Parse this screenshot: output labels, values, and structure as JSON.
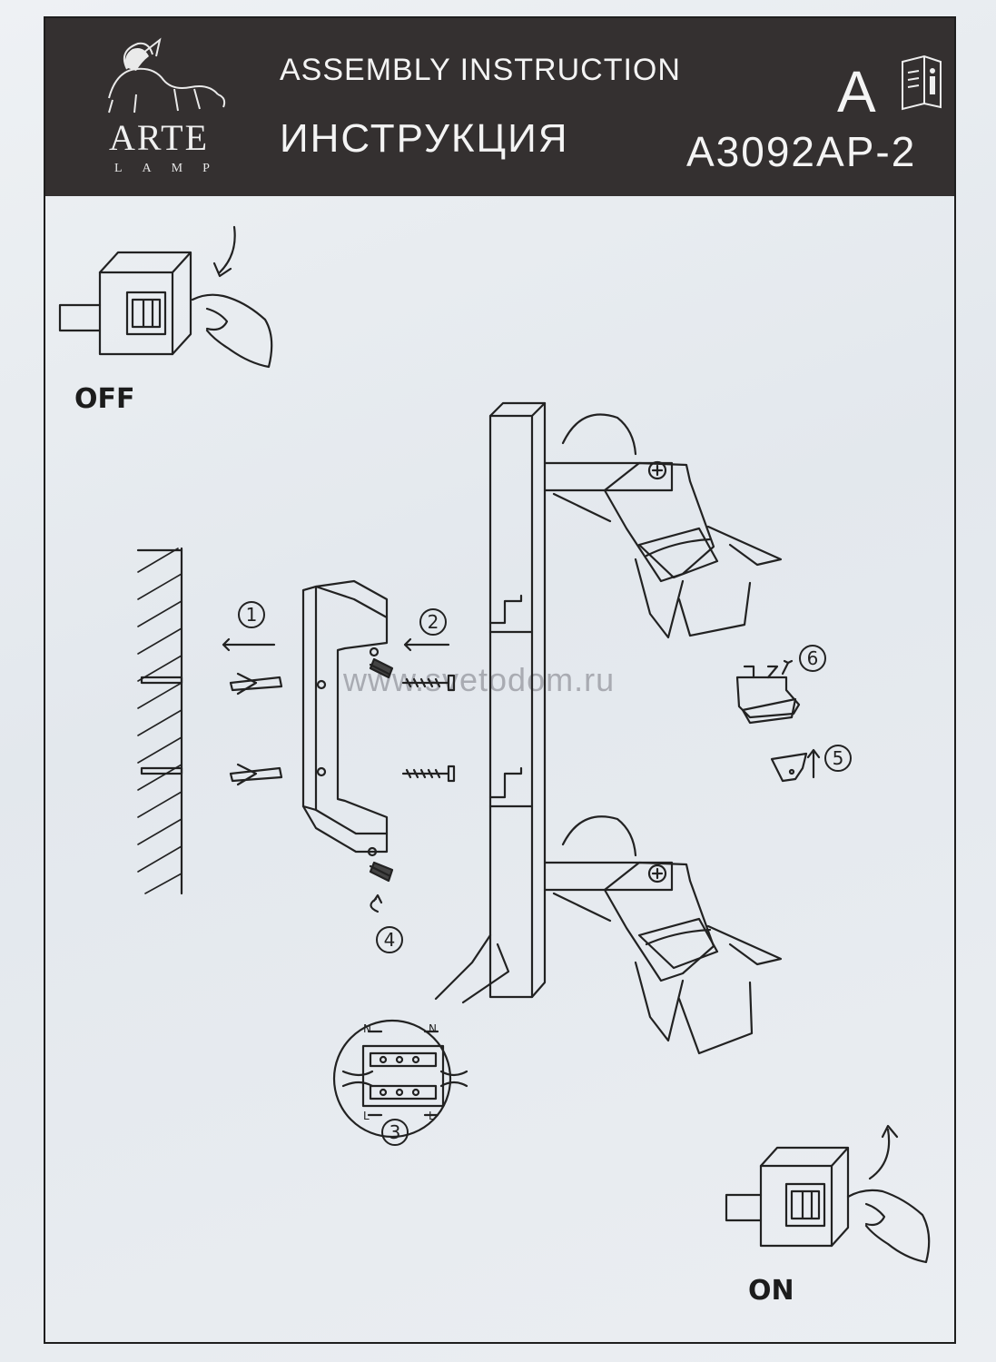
{
  "header": {
    "brand_name": "ARTE",
    "brand_sub": "LAMP",
    "title_en": "ASSEMBLY INSTRUCTION",
    "title_ru": "ИНСТРУКЦИЯ",
    "category_letter": "A",
    "model": "A3092AP-2"
  },
  "labels": {
    "off": "OFF",
    "on": "ON"
  },
  "watermark": "www.svetodom.ru",
  "steps": {
    "s1": "1",
    "s2": "2",
    "s3": "3",
    "s4": "4",
    "s5": "5",
    "s6": "6"
  },
  "wiring": {
    "top_left": "N",
    "top_right": "N",
    "bottom_left": "L",
    "bottom_right": "L"
  },
  "icons": [
    "lion-logo-icon",
    "info-book-icon",
    "light-switch-icon",
    "hand-icon",
    "curved-arrow-icon",
    "wall-plug-icon",
    "screw-icon",
    "bulb-icon",
    "terminal-block-icon"
  ]
}
